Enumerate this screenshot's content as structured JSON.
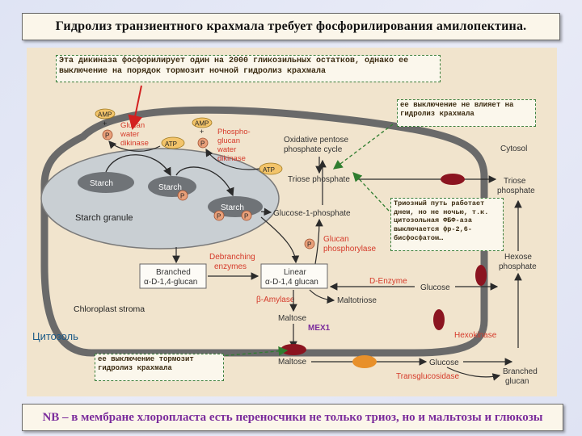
{
  "title": "Гидролиз транзиентного крахмала требует фосфорилирования амилопектина.",
  "notes": {
    "dikinase": "Эта дикиназа фосфорилирует один на 2000 гликозильных остатков, однако ее выключение на порядок тормозит ночной гидролиз крахмала",
    "pentose": "ее выключение не влияет на гидролиз крахмала",
    "triose": "Триозный путь работает днем, но не ночью, т.к. цитозольная ФБФ-аза выключается фр-2,6-бисфосфатом…",
    "maltose": "ее выключение тормозит гидролиз крахмала"
  },
  "bottom_note": "NB – в мембране хлоропласта есть переносчики не только триоз, но и мальтозы и глюкозы",
  "labels": {
    "amp": "AMP",
    "atp": "ATP",
    "p": "P",
    "plus": "+",
    "glucan_water_dikinase": [
      "Glucan",
      "water",
      "dikinase"
    ],
    "phospho_glucan_water_dikinase": [
      "Phospho-",
      "glucan",
      "water",
      "dikinase"
    ],
    "starch": "Starch",
    "starch_granule": "Starch granule",
    "oxidative_pentose": [
      "Oxidative pentose",
      "phosphate cycle"
    ],
    "triose_phosphate": "Triose phosphate",
    "cytosol": "Cytosol",
    "triose_phosphate_out": [
      "Triose",
      "phosphate"
    ],
    "glucose_1_phosphate": "Glucose-1-phosphate",
    "glucan_phosphorylase": [
      "Glucan",
      "phosphorylase"
    ],
    "debranching": [
      "Debranching",
      "enzymes"
    ],
    "branched_glucan": [
      "Branched",
      "α-D-1,4-glucan"
    ],
    "linear_glucan": [
      "Linear",
      "α-D-1,4 glucan"
    ],
    "d_enzyme": "D-Enzyme",
    "hexose_phosphate": [
      "Hexose",
      "phosphate"
    ],
    "glucose": "Glucose",
    "beta_amylase": "β-Amylase",
    "maltotriose": "Maltotriose",
    "chloroplast_stroma": "Chloroplast stroma",
    "maltose": "Maltose",
    "mex1": "MEX1",
    "hexokinase": "Hexokinase",
    "cytosol_ru": "Цитозоль",
    "transglucosidase": "Transglucosidase",
    "branched_glucan_out": [
      "Branched",
      "glucan"
    ]
  },
  "colors": {
    "enzyme_red": "#d53a2a",
    "transporter": "#8b1420",
    "glucose_transporter": "#e8902a",
    "mex1_label": "#7b2c9c",
    "note_border": "#3c7f3c"
  }
}
